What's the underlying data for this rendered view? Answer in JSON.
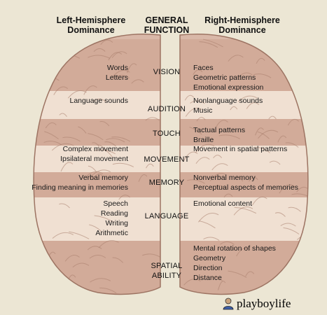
{
  "headers": {
    "left_line1": "Left-Hemisphere",
    "left_line2": "Dominance",
    "center_line1": "GENERAL",
    "center_line2": "FUNCTION",
    "right_line1": "Right-Hemisphere",
    "right_line2": "Dominance"
  },
  "rows": [
    {
      "function": [
        "VISION"
      ],
      "left": [
        "Words",
        "Letters"
      ],
      "right": [
        "Faces",
        "Geometric patterns",
        "Emotional expression"
      ]
    },
    {
      "function": [
        "AUDITION"
      ],
      "left": [
        "Language sounds"
      ],
      "right": [
        "Nonlanguage sounds",
        "Music"
      ]
    },
    {
      "function": [
        "TOUCH"
      ],
      "left": [],
      "right": [
        "Tactual patterns",
        "Braille"
      ]
    },
    {
      "function": [
        "MOVEMENT"
      ],
      "left": [
        "Complex movement",
        "Ipsilateral movement"
      ],
      "right": [
        "Movement in spatial patterns"
      ]
    },
    {
      "function": [
        "MEMORY"
      ],
      "left": [
        "Verbal memory",
        "Finding meaning in memories"
      ],
      "right": [
        "Nonverbal memory",
        "Perceptual aspects of memories"
      ]
    },
    {
      "function": [
        "LANGUAGE"
      ],
      "left": [
        "Speech",
        "Reading",
        "Writing",
        "Arithmetic"
      ],
      "right": [
        "Emotional content"
      ]
    },
    {
      "function": [
        "SPATIAL",
        "ABILITY"
      ],
      "left": [],
      "right": [
        "Mental rotation of shapes",
        "Geometry",
        "Direction",
        "Distance"
      ]
    }
  ],
  "watermark": {
    "text": "playboylife",
    "icon": "user-avatar-icon"
  },
  "colors": {
    "background": "#ece6d4",
    "brain_base": "#d9b8a8",
    "band_light": "#f0e0d2",
    "band_dark": "#d2ab99",
    "sulci": "#a87e6c"
  }
}
